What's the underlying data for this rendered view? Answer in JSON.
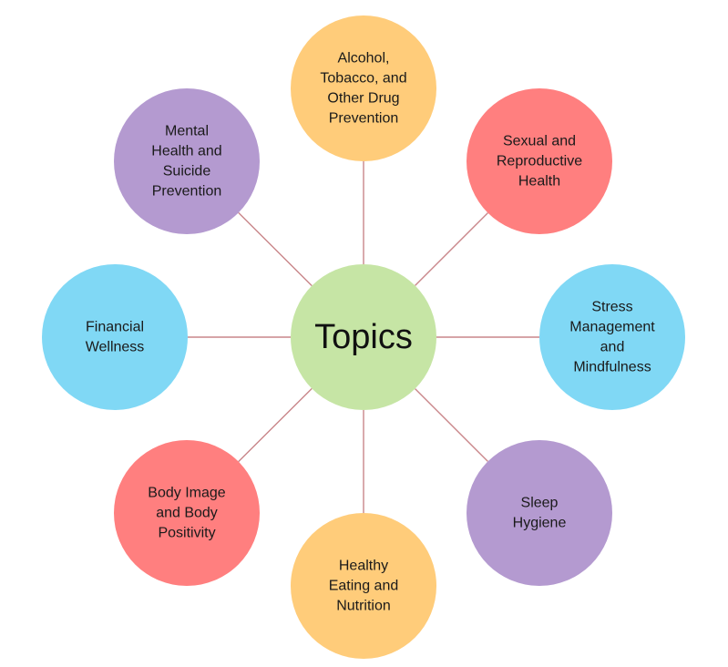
{
  "center": {
    "label": "Topics",
    "color": "#c6e5a5"
  },
  "colors": {
    "orange": "#ffcc7a",
    "red": "#ff7f7f",
    "blue": "#80d8f5",
    "purple": "#b49ad0",
    "green": "#c6e5a5",
    "connector": "#c9868a"
  },
  "topics": [
    {
      "id": "alcohol",
      "lines": [
        "Alcohol,",
        "Tobacco, and",
        "Other Drug",
        "Prevention"
      ],
      "color": "#ffcc7a"
    },
    {
      "id": "sexual",
      "lines": [
        "Sexual and",
        "Reproductive",
        "Health"
      ],
      "color": "#ff7f7f"
    },
    {
      "id": "stress",
      "lines": [
        "Stress",
        "Management",
        "and",
        "Mindfulness"
      ],
      "color": "#80d8f5"
    },
    {
      "id": "sleep",
      "lines": [
        "Sleep",
        "Hygiene"
      ],
      "color": "#b49ad0"
    },
    {
      "id": "eating",
      "lines": [
        "Healthy",
        "Eating and",
        "Nutrition"
      ],
      "color": "#ffcc7a"
    },
    {
      "id": "body",
      "lines": [
        "Body Image",
        "and Body",
        "Positivity"
      ],
      "color": "#ff7f7f"
    },
    {
      "id": "financial",
      "lines": [
        "Financial",
        "Wellness"
      ],
      "color": "#80d8f5"
    },
    {
      "id": "mental",
      "lines": [
        "Mental",
        "Health and",
        "Suicide",
        "Prevention"
      ],
      "color": "#b49ad0"
    }
  ]
}
